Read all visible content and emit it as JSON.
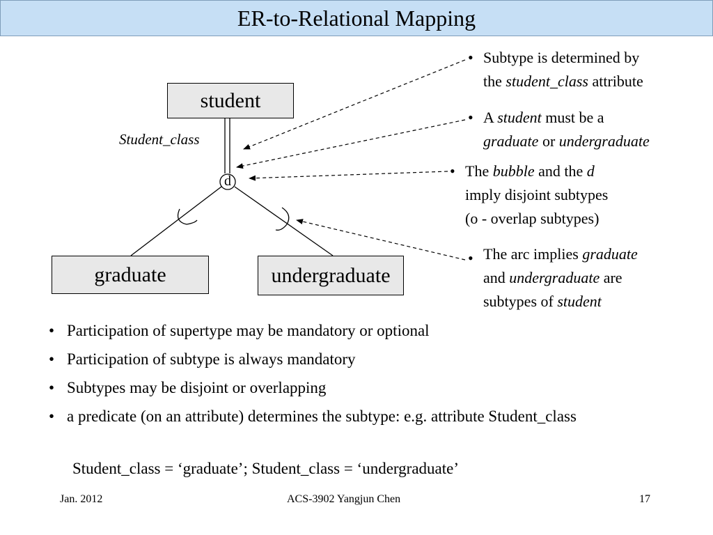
{
  "title": "ER-to-Relational Mapping",
  "diagram": {
    "supertype": "student",
    "subtypes": [
      "graduate",
      "undergraduate"
    ],
    "attribute": "Student_class",
    "bubble": "d"
  },
  "notes": [
    {
      "bullet": "•",
      "line1_a": "Subtype is determined by",
      "line2_a": "the ",
      "line2_b": "student_class",
      "line2_c": " attribute"
    },
    {
      "bullet": "•",
      "line1_a": "A ",
      "line1_b": "student",
      "line1_c": " must be a",
      "line2_a": "graduate",
      "line2_b": " or ",
      "line2_c": "undergraduate"
    },
    {
      "bullet": "•",
      "line1_a": "The ",
      "line1_b": "bubble",
      "line1_c": " and the ",
      "line1_d": "d",
      "line2": "imply disjoint subtypes",
      "line3": "(o - overlap subtypes)"
    },
    {
      "bullet": "•",
      "line1_a": "The arc implies ",
      "line1_b": "graduate",
      "line2_a": "and ",
      "line2_b": "undergraduate",
      "line2_c": " are",
      "line3_a": "subtypes of ",
      "line3_b": "student"
    }
  ],
  "bullets": [
    {
      "dot": "•",
      "text": "Participation of supertype may be mandatory or optional"
    },
    {
      "dot": "•",
      "text": "Participation of subtype is always mandatory"
    },
    {
      "dot": "•",
      "text": "Subtypes may be disjoint or overlapping"
    },
    {
      "dot": "•",
      "text": "a predicate (on an attribute) determines the subtype: e.g. attribute Student_class"
    }
  ],
  "formula": "Student_class = ‘graduate’; Student_class = ‘undergraduate’",
  "footer": {
    "left": "Jan. 2012",
    "center": "ACS-3902 Yangjun Chen",
    "right": "17"
  }
}
